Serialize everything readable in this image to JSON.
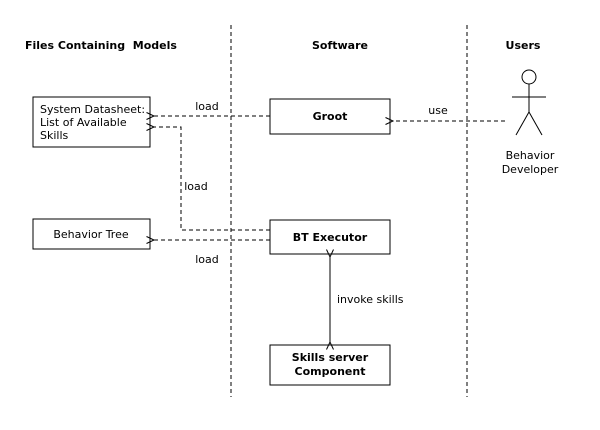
{
  "headers": {
    "files": "Files Containing  Models",
    "software": "Software",
    "users": "Users"
  },
  "boxes": {
    "datasheet": [
      "System Datasheet:",
      "List of Available",
      "Skills"
    ],
    "groot": "Groot",
    "behavior_tree": "Behavior Tree",
    "bt_executor": "BT Executor",
    "skills_server": [
      "Skills server",
      "Component"
    ]
  },
  "actor": {
    "label": [
      "Behavior",
      "Developer"
    ]
  },
  "edge_labels": {
    "use": "use",
    "load_groot": "load",
    "load_datasheet": "load",
    "load_tree": "load",
    "invoke": "invoke skills"
  },
  "colors": {
    "line": "#000000",
    "background": "#ffffff"
  }
}
